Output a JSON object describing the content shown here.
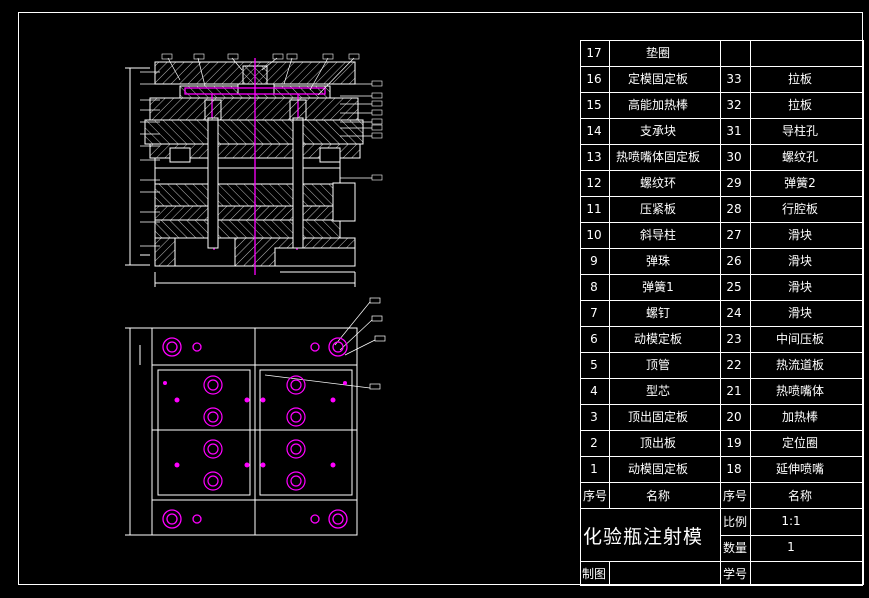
{
  "parts_left": [
    {
      "no": "17",
      "name": "垫圈"
    },
    {
      "no": "16",
      "name": "定模固定板"
    },
    {
      "no": "15",
      "name": "高能加热棒"
    },
    {
      "no": "14",
      "name": "支承块"
    },
    {
      "no": "13",
      "name": "热喷嘴体固定板"
    },
    {
      "no": "12",
      "name": "螺纹环"
    },
    {
      "no": "11",
      "name": "压紧板"
    },
    {
      "no": "10",
      "name": "斜导柱"
    },
    {
      "no": "9",
      "name": "弹珠"
    },
    {
      "no": "8",
      "name": "弹簧1"
    },
    {
      "no": "7",
      "name": "螺钉"
    },
    {
      "no": "6",
      "name": "动模定板"
    },
    {
      "no": "5",
      "name": "顶管"
    },
    {
      "no": "4",
      "name": "型芯"
    },
    {
      "no": "3",
      "name": "顶出固定板"
    },
    {
      "no": "2",
      "name": "顶出板"
    },
    {
      "no": "1",
      "name": "动模固定板"
    }
  ],
  "parts_right": [
    {
      "no": "",
      "name": ""
    },
    {
      "no": "33",
      "name": "拉板"
    },
    {
      "no": "32",
      "name": "拉板"
    },
    {
      "no": "31",
      "name": "导柱孔"
    },
    {
      "no": "30",
      "name": "螺纹孔"
    },
    {
      "no": "29",
      "name": "弹簧2"
    },
    {
      "no": "28",
      "name": "行腔板"
    },
    {
      "no": "27",
      "name": "滑块"
    },
    {
      "no": "26",
      "name": "滑块"
    },
    {
      "no": "25",
      "name": "滑块"
    },
    {
      "no": "24",
      "name": "滑块"
    },
    {
      "no": "23",
      "name": "中间压板"
    },
    {
      "no": "22",
      "name": "热流道板"
    },
    {
      "no": "21",
      "name": "热喷嘴体"
    },
    {
      "no": "20",
      "name": "加热棒"
    },
    {
      "no": "19",
      "name": "定位圈"
    },
    {
      "no": "18",
      "name": "延伸喷嘴"
    }
  ],
  "header": {
    "col_no": "序号",
    "col_name": "名称",
    "col_no2": "序号",
    "col_name2": "名称"
  },
  "title_block": {
    "title": "化验瓶注射模",
    "scale_label": "比例",
    "scale_value": "1:1",
    "qty_label": "数量",
    "qty_value": "1",
    "drawn_label": "制图",
    "student_label": "学号"
  },
  "colors": {
    "line": "#ffffff",
    "hatch": "#c8c8c8",
    "center": "#ff00ff",
    "background": "#000000"
  }
}
